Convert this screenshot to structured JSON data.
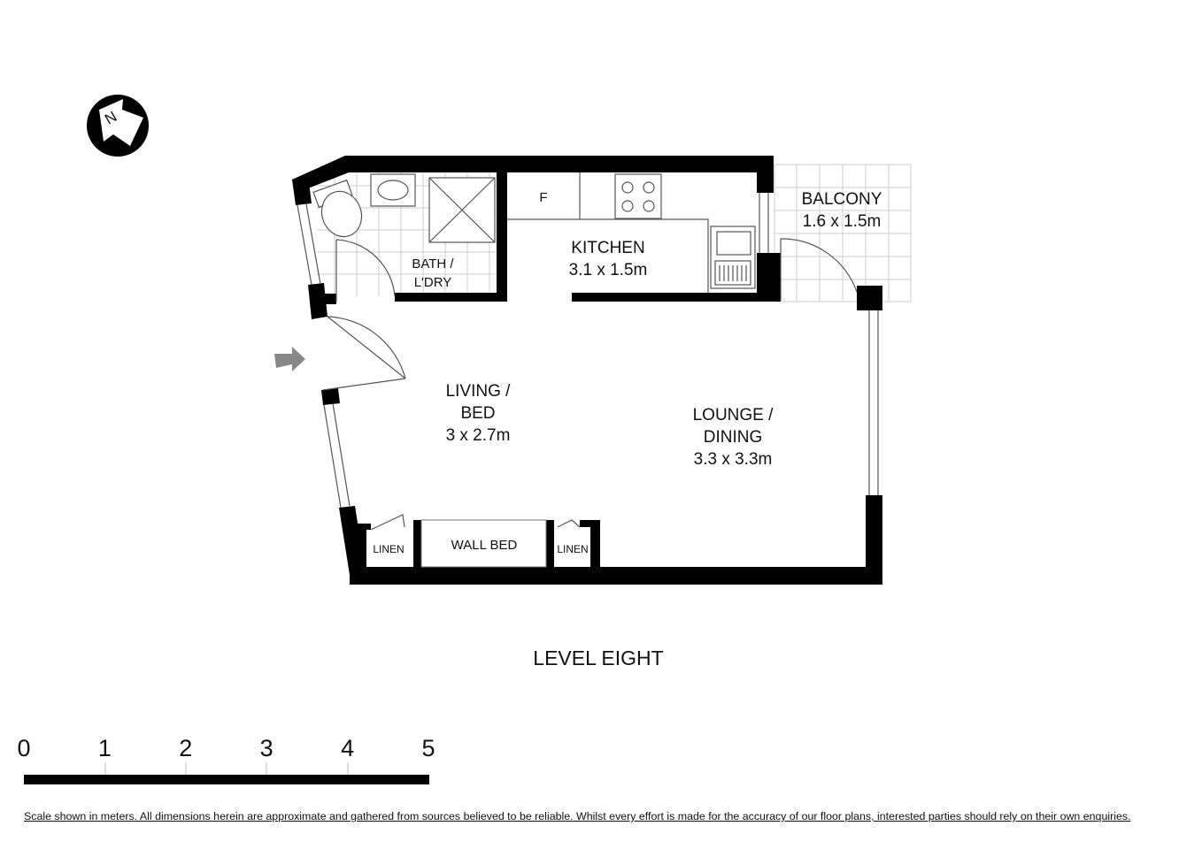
{
  "compass": {
    "letter": "N",
    "icon": "north-arrow-icon"
  },
  "rooms": {
    "bath": {
      "line1": "BATH /",
      "line2": "L'DRY"
    },
    "fridge": {
      "label": "F"
    },
    "kitchen": {
      "name": "KITCHEN",
      "size": "3.1 x 1.5m"
    },
    "balcony": {
      "name": "BALCONY",
      "size": "1.6 x 1.5m"
    },
    "living": {
      "line1": "LIVING /",
      "line2": "BED",
      "size": "3 x 2.7m"
    },
    "lounge": {
      "line1": "LOUNGE /",
      "line2": "DINING",
      "size": "3.3 x 3.3m"
    },
    "linen_left": {
      "label": "LINEN"
    },
    "wall_bed": {
      "label": "WALL BED"
    },
    "linen_right": {
      "label": "LINEN"
    }
  },
  "level": {
    "title": "LEVEL EIGHT"
  },
  "scale": {
    "ticks": [
      "0",
      "1",
      "2",
      "3",
      "4",
      "5"
    ],
    "unit": "meters"
  },
  "footer": {
    "disclaimer": "Scale shown in meters. All dimensions herein are approximate and gathered from sources believed to be  reliable. Whilst every effort is made for the accuracy of our floor plans, interested parties should rely on their own enquiries."
  },
  "colors": {
    "wall": "#000000",
    "fixture_line": "#555555",
    "tile_line": "#cccccc",
    "entry_arrow": "#888888"
  }
}
